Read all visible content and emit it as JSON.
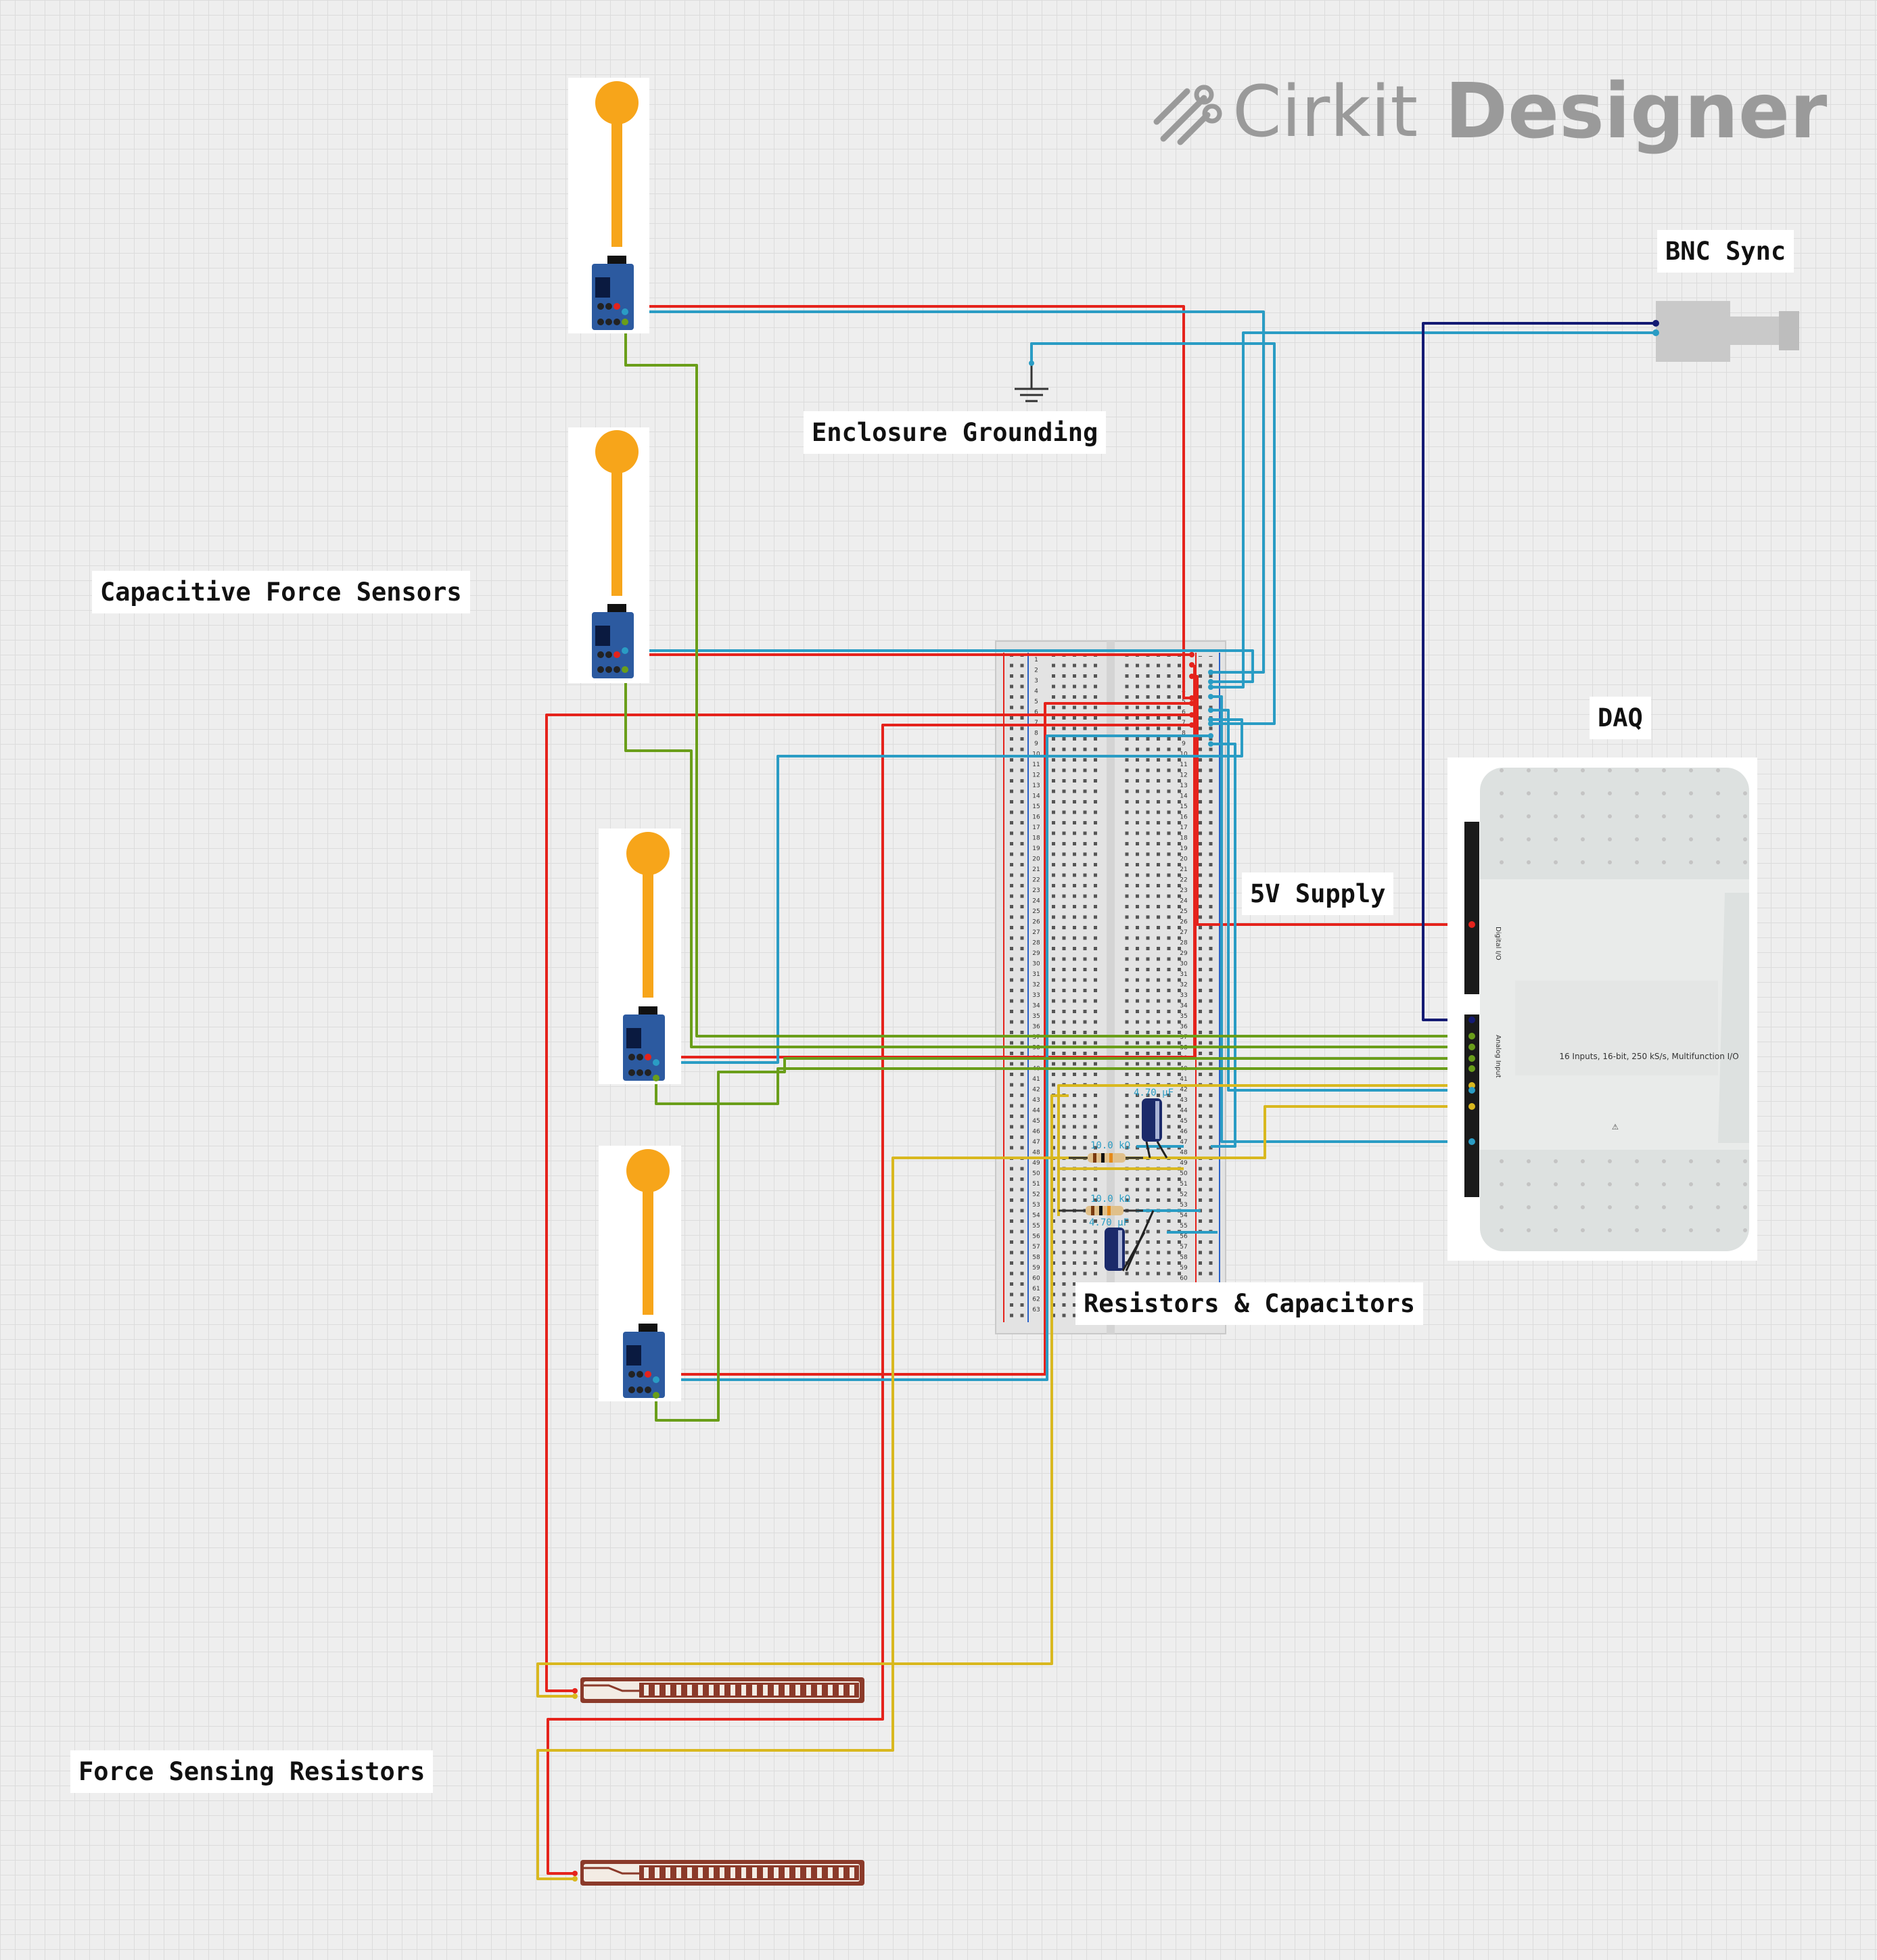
{
  "brand": {
    "name_part1": "Cirkit",
    "name_part2": "Designer",
    "logo_icon": "cirkit-logo-icon"
  },
  "labels": {
    "capacitive": "Capacitive Force Sensors",
    "grounding": "Enclosure Grounding",
    "bnc": "BNC Sync",
    "daq": "DAQ",
    "supply": "5V Supply",
    "rc": "Resistors & Capacitors",
    "fsr": "Force Sensing Resistors"
  },
  "daq": {
    "text": "16 Inputs, 16-bit, 250 kS/s, Multifunction I/O",
    "digital_io": "Digital I/O",
    "analog_input": "Analog Input"
  },
  "components": {
    "resistor_1": "10.0 kΩ",
    "resistor_2": "10.0 kΩ",
    "capacitor_1": "4.70 µF",
    "capacitor_2": "4.70 µF"
  },
  "breadboard": {
    "row_count": 63
  },
  "wire_colors": {
    "red": "#e5231c",
    "blue": "#2a9cc4",
    "green": "#6a9e1a",
    "yellow": "#d9b81f",
    "navy": "#141a73",
    "sensor_orange": "#f7a51a",
    "module_blue": "#2c5aa0"
  }
}
